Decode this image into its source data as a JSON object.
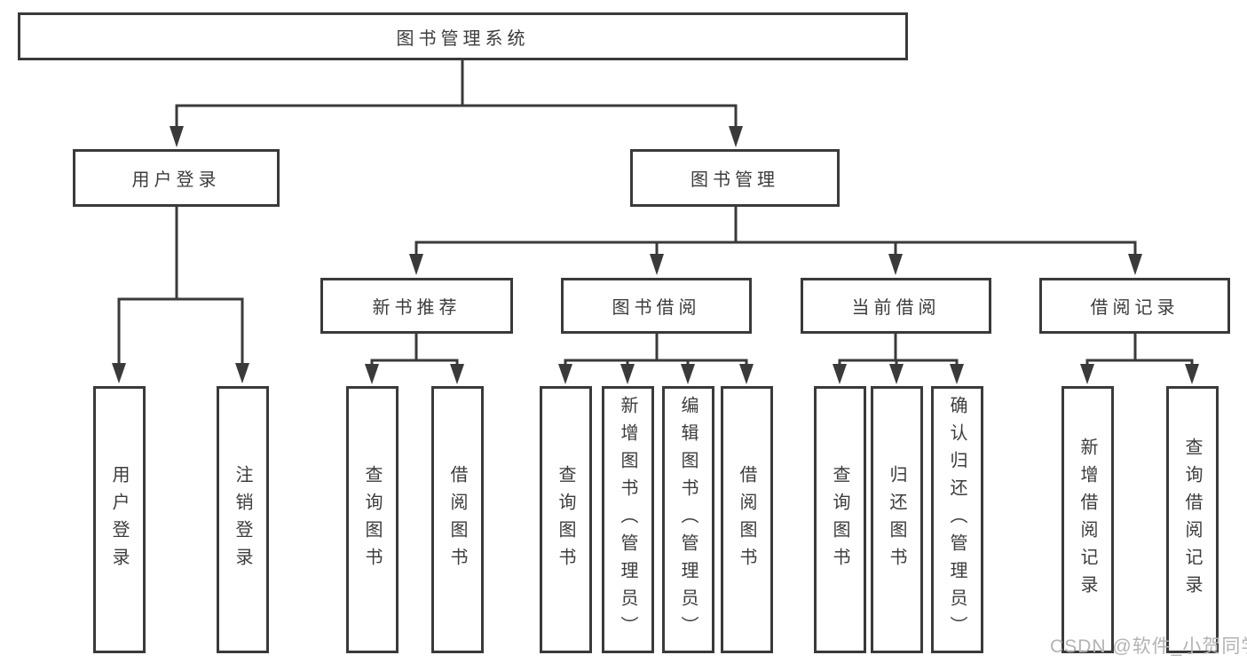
{
  "watermark": "CSDN @软件_小贺同学",
  "colors": {
    "line": "#3a3a3a",
    "text": "#3c3c3c",
    "watermark": "#b3b3b3"
  },
  "tree": {
    "label": "图书管理系统",
    "children": [
      {
        "label": "用户登录",
        "children": [
          {
            "label": "用户登录"
          },
          {
            "label": "注销登录"
          }
        ]
      },
      {
        "label": "图书管理",
        "children": [
          {
            "label": "新书推荐",
            "children": [
              {
                "label": "查询图书"
              },
              {
                "label": "借阅图书"
              }
            ]
          },
          {
            "label": "图书借阅",
            "children": [
              {
                "label": "查询图书"
              },
              {
                "label": "新增图书（管理员）"
              },
              {
                "label": "编辑图书（管理员）"
              },
              {
                "label": "借阅图书"
              }
            ]
          },
          {
            "label": "当前借阅",
            "children": [
              {
                "label": "查询图书"
              },
              {
                "label": "归还图书"
              },
              {
                "label": "确认归还（管理员）"
              }
            ]
          },
          {
            "label": "借阅记录",
            "children": [
              {
                "label": "新增借阅记录"
              },
              {
                "label": "查询借阅记录"
              }
            ]
          }
        ]
      }
    ]
  }
}
